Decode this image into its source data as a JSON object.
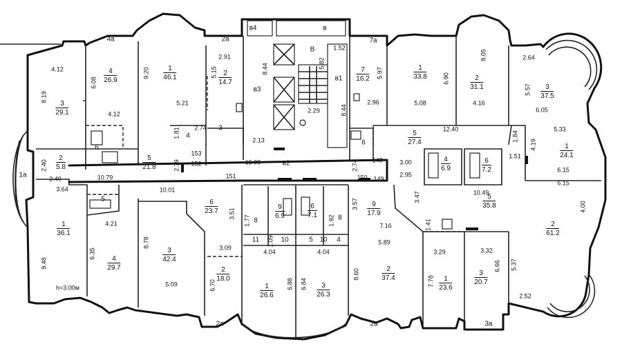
{
  "rooms": {
    "r3a": {
      "num": "3",
      "area": "29.1"
    },
    "r4a": {
      "num": "4",
      "area": "26.9"
    },
    "r1a": {
      "num": "1",
      "area": "46.1"
    },
    "r2a": {
      "num": "2",
      "area": "14.7"
    },
    "r7a": {
      "num": "7",
      "area": "16.2"
    },
    "r1b": {
      "num": "1",
      "area": "33.8"
    },
    "r2b": {
      "num": "2",
      "area": "31.1"
    },
    "r3b": {
      "num": "3",
      "area": "37.5"
    },
    "r2c": {
      "num": "2",
      "area": "5.8"
    },
    "r5a": {
      "num": "5",
      "area": "21.8"
    },
    "r5b": {
      "num": "5",
      "area": "27.4"
    },
    "r4b": {
      "num": "4",
      "area": "6.9"
    },
    "r6b": {
      "num": "6",
      "area": "7.2"
    },
    "r1c": {
      "num": "1",
      "area": "24.1"
    },
    "r1d": {
      "num": "1",
      "area": "36.1"
    },
    "r6c": {
      "num": "6",
      "area": "23.7"
    },
    "r9a": {
      "num": "9",
      "area": "6.9"
    },
    "r6d": {
      "num": "6",
      "area": "7.1"
    },
    "r9b": {
      "num": "9",
      "area": "17.9"
    },
    "r5c": {
      "num": "5",
      "area": "35.8"
    },
    "r2d": {
      "num": "2",
      "area": "61.2"
    },
    "r4c": {
      "num": "4",
      "area": "29.7"
    },
    "r3c": {
      "num": "3",
      "area": "42.4"
    },
    "r2e": {
      "num": "2",
      "area": "18.0"
    },
    "r1e": {
      "num": "1",
      "area": "26.6"
    },
    "r3d": {
      "num": "3",
      "area": "26.3"
    },
    "r2f": {
      "num": "2",
      "area": "37.4"
    },
    "r1f": {
      "num": "1",
      "area": "23.6"
    },
    "r3e": {
      "num": "3",
      "area": "20.7"
    }
  },
  "marks": {
    "m4a_top": "4a",
    "m2a_top": "2a",
    "mb4": "в4",
    "mb_top": "в",
    "m7a": "7a",
    "m1a": "1a",
    "mB": "B",
    "mb1": "в1",
    "mb3": "в3",
    "mb2": "в2",
    "m2a_bl": "2a",
    "m2a_bm": "2a",
    "m3a": "3a",
    "m6_l": "6",
    "m5_l": "5",
    "m4_l": "4",
    "m3_l": "3",
    "m6_r": "6",
    "m8a": "8",
    "m11": "11",
    "m10a": "10",
    "m10b": "10",
    "m5s": "5",
    "m8b": "8",
    "m4s": "4",
    "m153": "153",
    "m152": "152",
    "m151": "151",
    "m150": "150",
    "m148": "148",
    "m149": "149",
    "height_note": "h=3.00м"
  },
  "dims": {
    "d4_12a": "4.12",
    "d8_19": "8.19",
    "d6_08": "6.08",
    "d4_12b": "4.12",
    "d9_20": "9.20",
    "d5_21": "5.21",
    "d2_91": "2.91",
    "d5_15": "5.15",
    "d1_81": "1.81",
    "d2_74a": "2.74",
    "d2_13": "2.13",
    "d8_44a": "8.44",
    "d5_82": "5.82",
    "d1_52": "1.52",
    "d8_44b": "8.44",
    "d2_29": "2.29",
    "d5_97": "5.97",
    "d2_96": "2.96",
    "d6_90": "6.90",
    "d5_08": "5.08",
    "d8_05": "8.05",
    "d4_16": "4.16",
    "d2_64": "2.64",
    "d5_57": "5.57",
    "d6_05": "6.05",
    "d12_40": "12.40",
    "d5_33": "5.33",
    "d1_84": "1.84",
    "d4_19": "4.19",
    "d1_51": "1.51",
    "d6_15a": "6.15",
    "d6_15b": "6.15",
    "d2_40a": "2.40",
    "d2_40b": "2.40",
    "d2_79": "2.79",
    "d15_99": "15.99",
    "d2_74b": "2.74",
    "d3_00": "3.00",
    "d2_95": "2.95",
    "d3_64": "3.64",
    "d10_79": "10.79",
    "d10_01": "10.01",
    "d10_49": "10.49",
    "d3_47": "3.47",
    "d4_00": "4.00",
    "d4_21": "4.21",
    "d6_35": "6.35",
    "d8_78": "8.78",
    "d3_51": "3.51",
    "d1_77": "1.77",
    "d1_09": "1.09",
    "d1_92": "1.92",
    "d3_57": "3.57",
    "d7_16": "7.16",
    "d1_41": "1.41",
    "d9_48": "9.48",
    "d5_09": "5.09",
    "d3_09": "3.09",
    "d4_04a": "4.04",
    "d4_04b": "4.04",
    "d5_89": "5.89",
    "d3_29": "3.29",
    "d3_32": "3.32",
    "d6_70": "6.70",
    "d6_88": "6.88",
    "d6_84": "6.84",
    "d8_60": "8.60",
    "d7_78": "7.78",
    "d6_66": "6.66",
    "d5_37": "5.37",
    "d2_52": "2.52"
  }
}
